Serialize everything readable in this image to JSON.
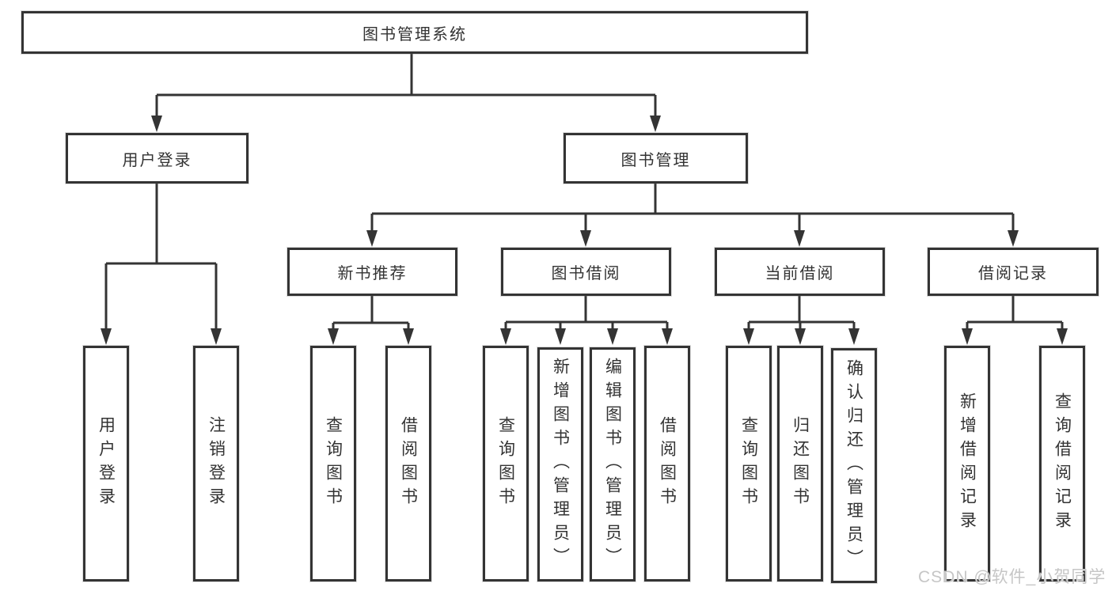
{
  "tree": {
    "root": "图书管理系统",
    "branches": [
      {
        "label": "用户登录",
        "children": [
          "用户登录",
          "注销登录"
        ]
      },
      {
        "label": "图书管理",
        "groups": [
          {
            "label": "新书推荐",
            "children": [
              "查询图书",
              "借阅图书"
            ]
          },
          {
            "label": "图书借阅",
            "children": [
              "查询图书",
              "新增图书（管理员）",
              "编辑图书（管理员）",
              "借阅图书"
            ]
          },
          {
            "label": "当前借阅",
            "children": [
              "查询图书",
              "归还图书",
              "确认归还（管理员）"
            ]
          },
          {
            "label": "借阅记录",
            "children": [
              "新增借阅记录",
              "查询借阅记录"
            ]
          }
        ]
      }
    ]
  },
  "colors": {
    "line": "#343434",
    "text": "#333333",
    "watermark": "#c6c6c6",
    "background": "#ffffff"
  },
  "watermark": "CSDN @软件_小贺同学"
}
